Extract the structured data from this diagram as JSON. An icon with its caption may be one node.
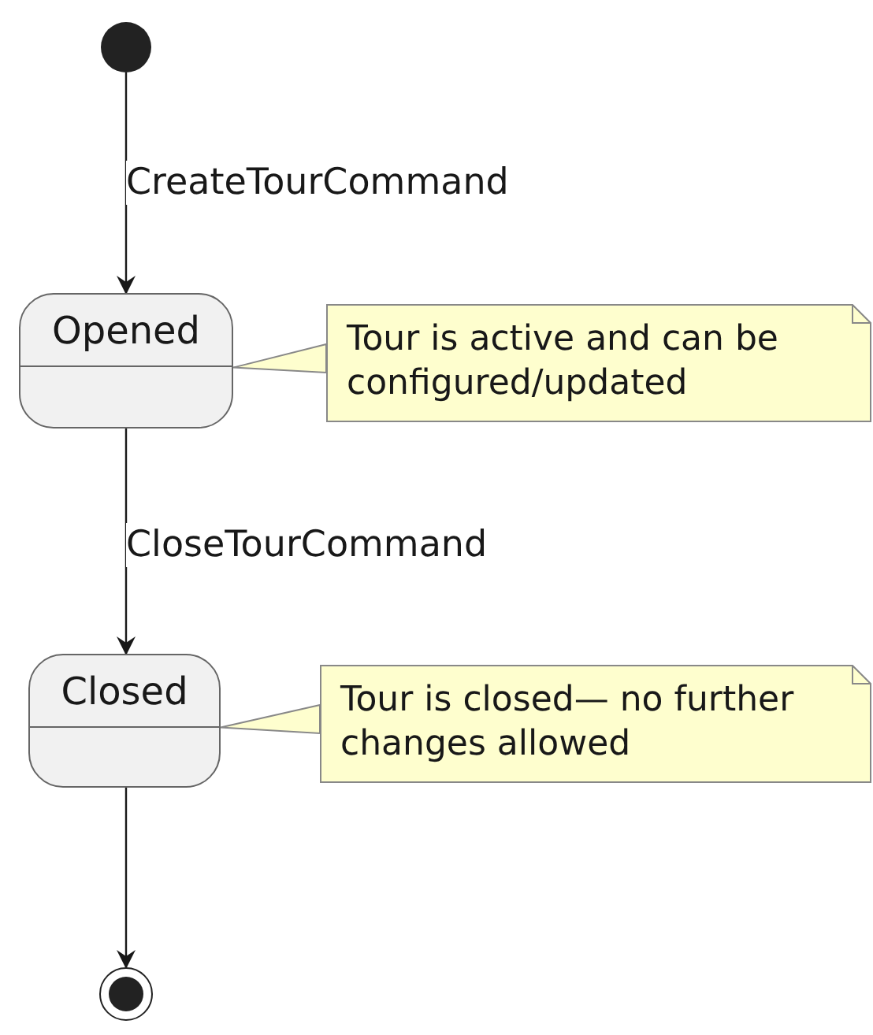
{
  "diagram": {
    "nodes": [
      {
        "text": [],
        "shape": "circle"
      },
      {
        "text": [
          "Opened"
        ]
      },
      {
        "text": [
          "Tour is active and can be configured/updated"
        ]
      },
      {
        "text": [
          "Closed"
        ]
      },
      {
        "text": [
          "Tour is closed— no further changes allowed"
        ]
      },
      {
        "text": [],
        "shape": "circle"
      }
    ],
    "edges": [
      {
        "from": 0,
        "to": 1,
        "arrow": "to",
        "label": "CreateTourCommand"
      },
      {
        "from": 2,
        "to": 1,
        "arrow": "none"
      },
      {
        "from": 1,
        "to": 3,
        "arrow": "to",
        "label": "CloseTourCommand"
      },
      {
        "from": 4,
        "to": 3,
        "arrow": "none"
      },
      {
        "from": 3,
        "to": 5,
        "arrow": "to"
      }
    ]
  }
}
